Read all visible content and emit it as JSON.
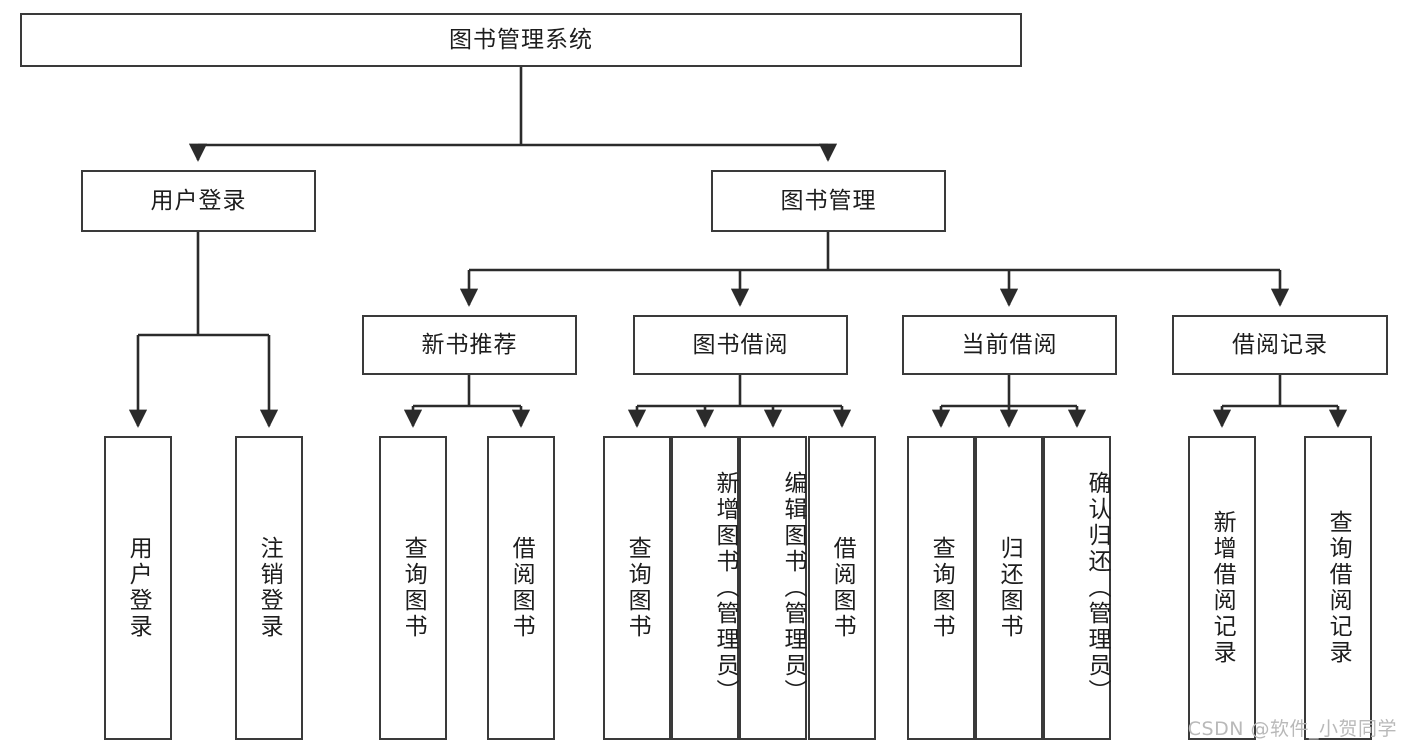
{
  "diagram": {
    "type": "tree",
    "title_node": {
      "label": "图书管理系统"
    },
    "level2": [
      {
        "id": "user-login",
        "label": "用户登录"
      },
      {
        "id": "book-manage",
        "label": "图书管理"
      }
    ],
    "level3": [
      {
        "id": "new-book-recommend",
        "label": "新书推荐"
      },
      {
        "id": "book-borrow",
        "label": "图书借阅"
      },
      {
        "id": "current-borrow",
        "label": "当前借阅"
      },
      {
        "id": "borrow-record",
        "label": "借阅记录"
      }
    ],
    "leaves": {
      "user_login": [
        {
          "id": "leaf-user-login",
          "label": "用户登录"
        },
        {
          "id": "leaf-logout-login",
          "label": "注销登录"
        }
      ],
      "new_book_recommend": [
        {
          "id": "leaf-query-book-1",
          "label": "查询图书"
        },
        {
          "id": "leaf-borrow-book-1",
          "label": "借阅图书"
        }
      ],
      "book_borrow": [
        {
          "id": "leaf-query-book-2",
          "label": "查询图书"
        },
        {
          "id": "leaf-add-book",
          "label": "新增图书（管理员）"
        },
        {
          "id": "leaf-edit-book",
          "label": "编辑图书（管理员）"
        },
        {
          "id": "leaf-borrow-book-2",
          "label": "借阅图书"
        }
      ],
      "current_borrow": [
        {
          "id": "leaf-query-book-3",
          "label": "查询图书"
        },
        {
          "id": "leaf-return-book",
          "label": "归还图书"
        },
        {
          "id": "leaf-confirm-return",
          "label": "确认归还（管理员）"
        }
      ],
      "borrow_record": [
        {
          "id": "leaf-add-record",
          "label": "新增借阅记录"
        },
        {
          "id": "leaf-query-record",
          "label": "查询借阅记录"
        }
      ]
    },
    "colors": {
      "stroke": "#3a3a3a",
      "fill": "#ffffff",
      "text": "#1d1d1d",
      "watermark": "#b9b9b9"
    }
  },
  "watermark": {
    "text": "CSDN @软件_小贺同学"
  }
}
